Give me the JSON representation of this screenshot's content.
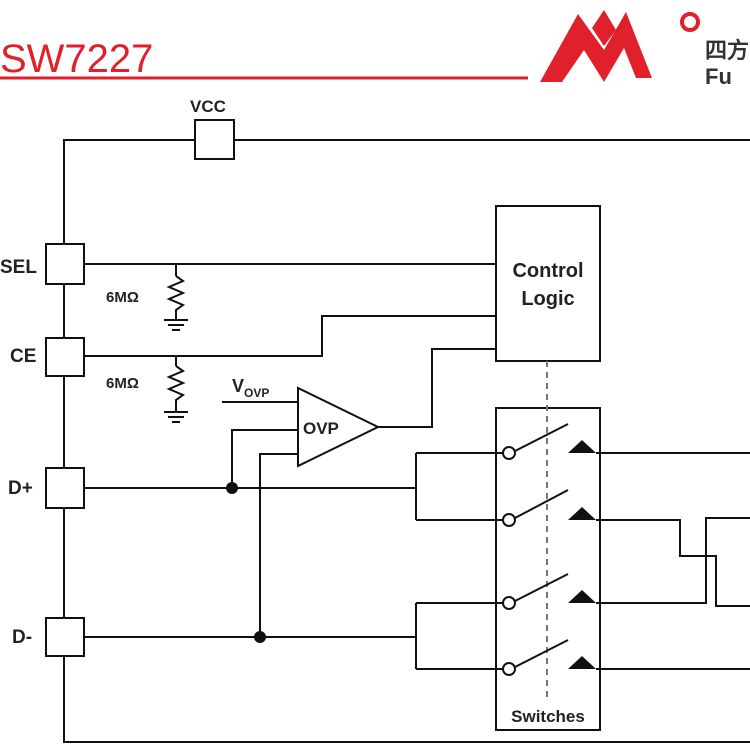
{
  "header": {
    "part_number": "SW7227",
    "brand_cn": "四方",
    "brand_en": "Fu",
    "colors": {
      "accent": "#e0212b",
      "line": "#111111"
    }
  },
  "pins": {
    "vcc": "VCC",
    "sel": "SEL",
    "ce": "CE",
    "dplus": "D+",
    "dminus": "D-"
  },
  "blocks": {
    "control_logic_line1": "Control",
    "control_logic_line2": "Logic",
    "comparator": "OVP",
    "switches": "Switches"
  },
  "resistors": {
    "r1": "6MΩ",
    "r2": "6MΩ"
  },
  "signals": {
    "vovp_main": "V",
    "vovp_sub": "OVP"
  }
}
